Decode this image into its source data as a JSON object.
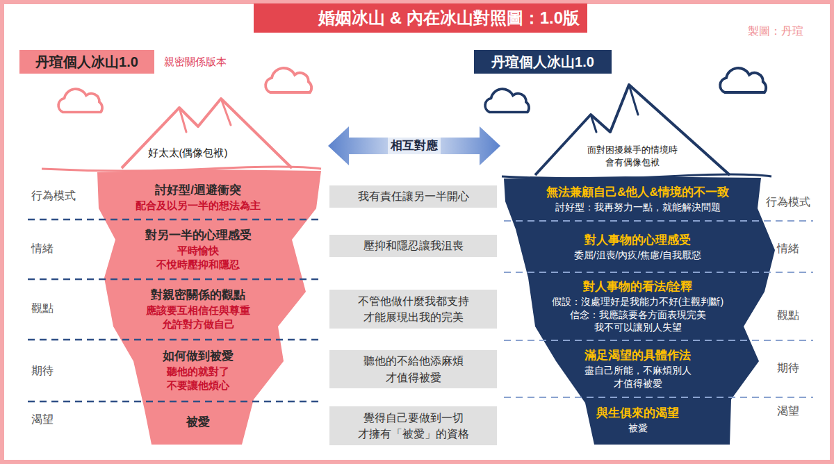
{
  "diagram": {
    "title": "婚姻冰山 & 內在冰山對照圖：1.0版",
    "nodes": [
      {
        "text": [
          "丹瑄個人冰山1.0"
        ]
      },
      {
        "text": [
          "丹瑄個人冰山1.0"
        ]
      },
      {
        "text": [
          "好太太(偶像包袱)"
        ]
      },
      {
        "text": [
          "討好型/迴避衝突",
          "配合及以另一半的想法為主"
        ],
        "in": 2
      },
      {
        "text": [
          "對另一半的心理感受",
          "平時愉快 不悅時壓抑和隱忍"
        ],
        "in": 2
      },
      {
        "text": [
          "對親密關係的觀點",
          "應該要互相信任與尊重 允許對方做自己"
        ],
        "in": 2
      },
      {
        "text": [
          "如何做到被愛",
          "聽他的就對了 不要讓他煩心"
        ],
        "in": 2
      },
      {
        "text": [
          "被愛"
        ],
        "in": 2
      },
      {
        "text": [
          "面對困擾棘手的情境時 會有偶像包袱"
        ]
      },
      {
        "text": [
          "無法兼顧自己&他人&情境的不一致",
          "討好型：我再努力一點，就能解決問題"
        ],
        "in": 8
      },
      {
        "text": [
          "對人事物的心理感受",
          "委屈/沮喪/內疚/焦慮/自我厭惡"
        ],
        "in": 8
      },
      {
        "text": [
          "對人事物的看法/詮釋",
          "假設：沒處理好是我能力不好(主觀判斷)",
          "信念：我應該要各方面表現完美 我不可以讓別人失望"
        ],
        "in": 8
      },
      {
        "text": [
          "滿足渴望的具體作法",
          "盡自己所能，不麻煩別人 才值得被愛"
        ],
        "in": 8
      },
      {
        "text": [
          "與生俱來的渴望",
          "被愛"
        ],
        "in": 8
      },
      {
        "text": [
          "我有責任讓另一半開心"
        ]
      },
      {
        "text": [
          "壓抑和隱忍讓我沮喪"
        ]
      },
      {
        "text": [
          "不管他做什麼我都支持 才能展現出我的完美"
        ]
      },
      {
        "text": [
          "聽他的不給他添麻煩 才值得被愛"
        ]
      },
      {
        "text": [
          "覺得自己要做到一切 才擁有「被愛」的資格"
        ]
      }
    ],
    "edges": [
      {
        "from": 2,
        "to": 8,
        "label": "相互對應",
        "arrow": "both"
      }
    ],
    "labels": [
      "親密關係版本",
      "製圖：丹瑄",
      "行為模式",
      "情緒",
      "觀點",
      "期待",
      "渴望",
      "行為模式",
      "情緒",
      "觀點",
      "期待",
      "渴望"
    ]
  }
}
